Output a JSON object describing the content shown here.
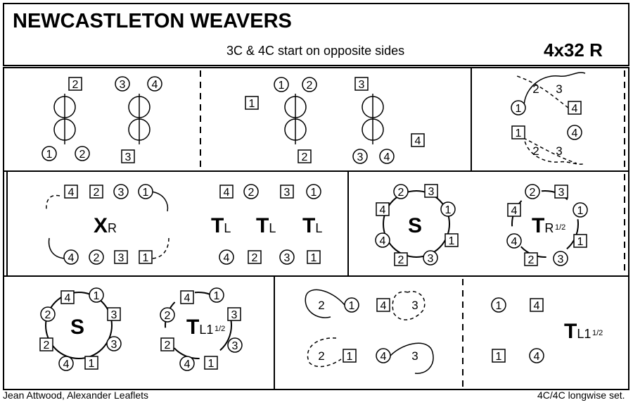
{
  "title": "NEWCASTLETON WEAVERS",
  "subtitle": "3C & 4C start on opposite sides",
  "formation": "4x32 R",
  "footer_left": "Jean Attwood, Alexander Leaflets",
  "footer_right": "4C/4C longwise set.",
  "figures": {
    "xr": {
      "main": "X",
      "sub": "R"
    },
    "tl": {
      "main": "T",
      "sub": "L"
    },
    "s": {
      "main": "S"
    },
    "tr_half": {
      "main": "T",
      "sub": "R",
      "frac": "1/2"
    },
    "tl_1half": {
      "main": "T",
      "sub": "L1",
      "frac": "1/2"
    }
  },
  "dancers": [
    [
      "sq",
      "2"
    ],
    [
      "c",
      "3"
    ],
    [
      "c",
      "4"
    ],
    [
      "c",
      "1"
    ],
    [
      "c",
      "2"
    ],
    [
      "sq",
      "3"
    ],
    [
      "sq",
      "1"
    ],
    [
      "c",
      "1"
    ],
    [
      "c",
      "2"
    ],
    [
      "sq",
      "2"
    ],
    [
      "sq",
      "3"
    ],
    [
      "c",
      "3"
    ],
    [
      "c",
      "4"
    ],
    [
      "sq",
      "4"
    ],
    [
      "c",
      "1"
    ],
    [
      "sq",
      "4"
    ],
    [
      "sq",
      "1"
    ],
    [
      "c",
      "4"
    ],
    [
      "sq",
      "4"
    ],
    [
      "sq",
      "2"
    ],
    [
      "c",
      "3"
    ],
    [
      "c",
      "1"
    ],
    [
      "c",
      "4"
    ],
    [
      "c",
      "2"
    ],
    [
      "sq",
      "3"
    ],
    [
      "sq",
      "1"
    ],
    [
      "sq",
      "4"
    ],
    [
      "c",
      "2"
    ],
    [
      "sq",
      "3"
    ],
    [
      "c",
      "1"
    ],
    [
      "c",
      "4"
    ],
    [
      "sq",
      "2"
    ],
    [
      "c",
      "3"
    ],
    [
      "sq",
      "1"
    ],
    [
      "c",
      "2"
    ],
    [
      "sq",
      "3"
    ],
    [
      "c",
      "1"
    ],
    [
      "sq",
      "1"
    ],
    [
      "c",
      "3"
    ],
    [
      "sq",
      "2"
    ],
    [
      "c",
      "4"
    ],
    [
      "sq",
      "4"
    ],
    [
      "c",
      "2"
    ],
    [
      "sq",
      "3"
    ],
    [
      "c",
      "1"
    ],
    [
      "sq",
      "1"
    ],
    [
      "c",
      "3"
    ],
    [
      "sq",
      "2"
    ],
    [
      "c",
      "4"
    ],
    [
      "sq",
      "4"
    ],
    [
      "sq",
      "4"
    ],
    [
      "c",
      "1"
    ],
    [
      "sq",
      "3"
    ],
    [
      "c",
      "3"
    ],
    [
      "sq",
      "1"
    ],
    [
      "c",
      "4"
    ],
    [
      "sq",
      "2"
    ],
    [
      "c",
      "2"
    ],
    [
      "sq",
      "4"
    ],
    [
      "c",
      "1"
    ],
    [
      "sq",
      "3"
    ],
    [
      "c",
      "3"
    ],
    [
      "sq",
      "1"
    ],
    [
      "c",
      "4"
    ],
    [
      "sq",
      "2"
    ],
    [
      "c",
      "2"
    ],
    [
      "c",
      "1"
    ],
    [
      "sq",
      "4"
    ],
    [
      "sq",
      "1"
    ],
    [
      "c",
      "4"
    ],
    [
      "c",
      "1"
    ],
    [
      "sq",
      "4"
    ],
    [
      "sq",
      "1"
    ],
    [
      "c",
      "4"
    ]
  ],
  "path_labels": [
    "2",
    "3",
    "2",
    "3",
    "2",
    "3",
    "2",
    "3"
  ]
}
